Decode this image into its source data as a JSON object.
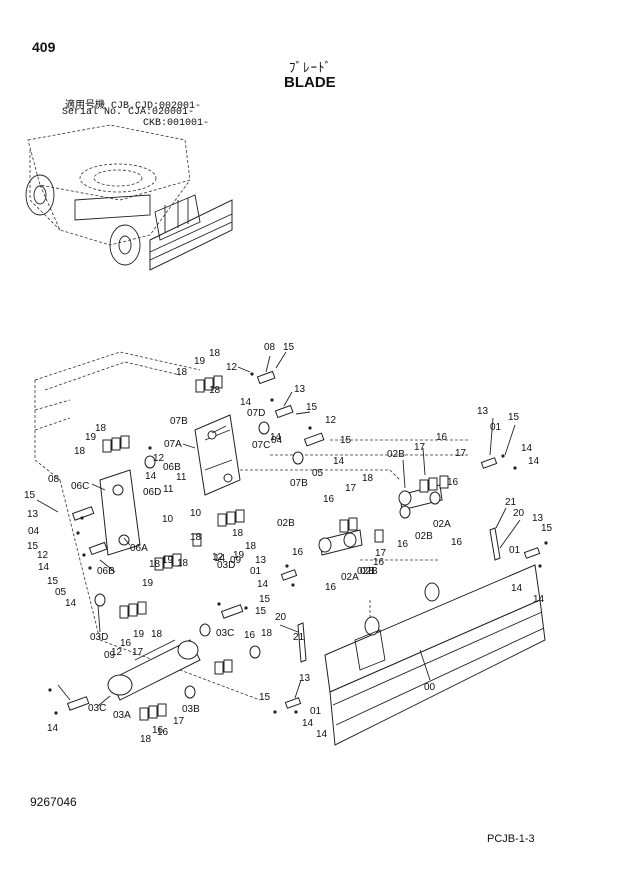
{
  "page": {
    "number": "409",
    "title_jp": "ﾌﾞﾚｰﾄﾞ",
    "title_en": "BLADE"
  },
  "serial_block": {
    "line1": "適用号機  CJB.CJD:002001-",
    "line2": "Serial No.    CJA:020001-",
    "line3": "CKB:001001-"
  },
  "footer": {
    "doc_number": "9267046",
    "reference": "PCJB-1-3"
  },
  "callouts": [
    {
      "id": "c1",
      "text": "08"
    },
    {
      "id": "c2",
      "text": "15"
    },
    {
      "id": "c3",
      "text": "18"
    },
    {
      "id": "c4",
      "text": "19"
    },
    {
      "id": "c5",
      "text": "18"
    },
    {
      "id": "c6",
      "text": "12"
    },
    {
      "id": "c7",
      "text": "18"
    },
    {
      "id": "c8",
      "text": "14"
    },
    {
      "id": "c9",
      "text": "13"
    },
    {
      "id": "c10",
      "text": "15"
    },
    {
      "id": "c11",
      "text": "07B"
    },
    {
      "id": "c12",
      "text": "07D"
    },
    {
      "id": "c13",
      "text": "12"
    },
    {
      "id": "c14",
      "text": "14"
    },
    {
      "id": "c15",
      "text": "07C"
    },
    {
      "id": "c16",
      "text": "04"
    },
    {
      "id": "c17",
      "text": "15"
    },
    {
      "id": "c18",
      "text": "18"
    },
    {
      "id": "c19",
      "text": "19"
    },
    {
      "id": "c20",
      "text": "07A"
    },
    {
      "id": "c21",
      "text": "18"
    },
    {
      "id": "c22",
      "text": "12"
    },
    {
      "id": "c23",
      "text": "06B"
    },
    {
      "id": "c24",
      "text": "14"
    },
    {
      "id": "c25",
      "text": "05"
    },
    {
      "id": "c26",
      "text": "14"
    },
    {
      "id": "c27",
      "text": "07B"
    },
    {
      "id": "c28",
      "text": "08"
    },
    {
      "id": "c29",
      "text": "06C"
    },
    {
      "id": "c30",
      "text": "06D"
    },
    {
      "id": "c31",
      "text": "11"
    },
    {
      "id": "c32",
      "text": "11"
    },
    {
      "id": "c33",
      "text": "15"
    },
    {
      "id": "c34",
      "text": "13"
    },
    {
      "id": "c35",
      "text": "10"
    },
    {
      "id": "c36",
      "text": "10"
    },
    {
      "id": "c37",
      "text": "04"
    },
    {
      "id": "c38",
      "text": "15"
    },
    {
      "id": "c39",
      "text": "12"
    },
    {
      "id": "c40",
      "text": "06A"
    },
    {
      "id": "c41",
      "text": "14"
    },
    {
      "id": "c42",
      "text": "06B"
    },
    {
      "id": "c43",
      "text": "15"
    },
    {
      "id": "c44",
      "text": "05"
    },
    {
      "id": "c45",
      "text": "14"
    },
    {
      "id": "c46",
      "text": "19"
    },
    {
      "id": "c47",
      "text": "18"
    },
    {
      "id": "c48",
      "text": "19"
    },
    {
      "id": "c49",
      "text": "18"
    },
    {
      "id": "c50",
      "text": "18"
    },
    {
      "id": "c51",
      "text": "03D"
    },
    {
      "id": "c52",
      "text": "18"
    },
    {
      "id": "c53",
      "text": "19"
    },
    {
      "id": "c54",
      "text": "18"
    },
    {
      "id": "c55",
      "text": "03D"
    },
    {
      "id": "c56",
      "text": "19"
    },
    {
      "id": "c57",
      "text": "18"
    },
    {
      "id": "c58",
      "text": "12"
    },
    {
      "id": "c59",
      "text": "09"
    },
    {
      "id": "c60",
      "text": "14"
    },
    {
      "id": "c61",
      "text": "15"
    },
    {
      "id": "c62",
      "text": "03C"
    },
    {
      "id": "c63",
      "text": "16"
    },
    {
      "id": "c64",
      "text": "18"
    },
    {
      "id": "c65",
      "text": "16"
    },
    {
      "id": "c66",
      "text": "17"
    },
    {
      "id": "c67",
      "text": "12"
    },
    {
      "id": "c68",
      "text": "09"
    },
    {
      "id": "c69",
      "text": "15"
    },
    {
      "id": "c70",
      "text": "03C"
    },
    {
      "id": "c71",
      "text": "03A"
    },
    {
      "id": "c72",
      "text": "03B"
    },
    {
      "id": "c73",
      "text": "17"
    },
    {
      "id": "c74",
      "text": "16"
    },
    {
      "id": "c75",
      "text": "14"
    },
    {
      "id": "c76",
      "text": "02B"
    },
    {
      "id": "c77",
      "text": "17"
    },
    {
      "id": "c78",
      "text": "16"
    },
    {
      "id": "c79",
      "text": "17"
    },
    {
      "id": "c80",
      "text": "16"
    },
    {
      "id": "c81",
      "text": "16"
    },
    {
      "id": "c82",
      "text": "17"
    },
    {
      "id": "c83",
      "text": "18"
    },
    {
      "id": "c84",
      "text": "02A"
    },
    {
      "id": "c85",
      "text": "16"
    },
    {
      "id": "c86",
      "text": "02B"
    },
    {
      "id": "c87",
      "text": "02B"
    },
    {
      "id": "c88",
      "text": "16"
    },
    {
      "id": "c89",
      "text": "16"
    },
    {
      "id": "c90",
      "text": "17"
    },
    {
      "id": "c91",
      "text": "02B"
    },
    {
      "id": "c92",
      "text": "16"
    },
    {
      "id": "c93",
      "text": "13"
    },
    {
      "id": "c94",
      "text": "01"
    },
    {
      "id": "c95",
      "text": "02A"
    },
    {
      "id": "c96",
      "text": "02B"
    },
    {
      "id": "c97",
      "text": "14"
    },
    {
      "id": "c98",
      "text": "16"
    },
    {
      "id": "c99",
      "text": "13"
    },
    {
      "id": "c100",
      "text": "01"
    },
    {
      "id": "c101",
      "text": "15"
    },
    {
      "id": "c102",
      "text": "14"
    },
    {
      "id": "c103",
      "text": "14"
    },
    {
      "id": "c104",
      "text": "21"
    },
    {
      "id": "c105",
      "text": "20"
    },
    {
      "id": "c106",
      "text": "13"
    },
    {
      "id": "c107",
      "text": "15"
    },
    {
      "id": "c108",
      "text": "01"
    },
    {
      "id": "c109",
      "text": "14"
    },
    {
      "id": "c110",
      "text": "14"
    },
    {
      "id": "c111",
      "text": "20"
    },
    {
      "id": "c112",
      "text": "21"
    },
    {
      "id": "c113",
      "text": "13"
    },
    {
      "id": "c114",
      "text": "15"
    },
    {
      "id": "c115",
      "text": "01"
    },
    {
      "id": "c116",
      "text": "14"
    },
    {
      "id": "c117",
      "text": "14"
    },
    {
      "id": "c118",
      "text": "00"
    },
    {
      "id": "c119",
      "text": "16"
    },
    {
      "id": "c120",
      "text": "18"
    }
  ]
}
